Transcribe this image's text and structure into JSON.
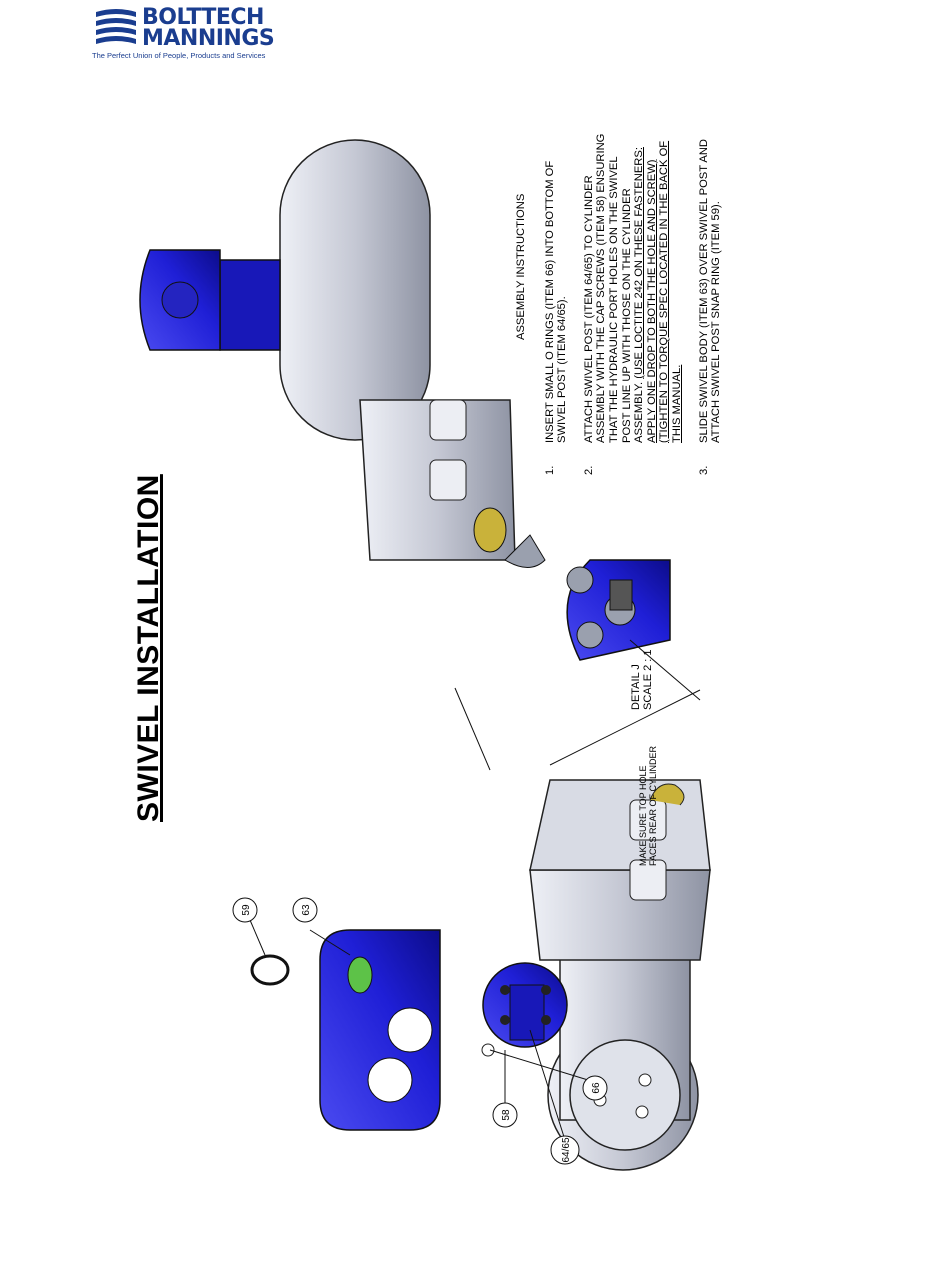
{
  "brand": {
    "line1_a": "BOLT",
    "line1_b": "TECH",
    "line2": "MANNINGS",
    "tagline": "The Perfect Union of People, Products and Services"
  },
  "title": "SWIVEL INSTALLATION",
  "callouts": {
    "c59": "59",
    "c63": "63",
    "c58": "58",
    "c6465": "64/65",
    "c66": "66"
  },
  "detail": {
    "line1": "DETAIL J",
    "line2": "SCALE 2 : 1"
  },
  "note": {
    "line1": "MAKE SURE TOP HOLE",
    "line2": "FACES REAR OF CYLINDER"
  },
  "instructions": {
    "heading": "ASSEMBLY INSTRUCTIONS",
    "step1": {
      "num": "1.",
      "text": "INSERT SMALL O RINGS (ITEM 66) INTO BOTTOM OF SWIVEL POST (ITEM 64/65)."
    },
    "step2": {
      "num": "2.",
      "text": "ATTACH SWIVEL POST (ITEM 64/65) TO CYLINDER ASSEMBLY WITH THE CAP SCREWS (ITEM 58) ENSURING THAT THE HYDRAULIC PORT HOLES ON THE SWIVEL POST LINE UP WITH THOSE ON THE CYLINDER ASSEMBLY.",
      "underlined": "(USE LOCTITE 242 ON THESE FASTENERS: APPLY ONE DROP TO BOTH THE HOLE AND SCREW) (TIGHTEN TO TORQUE SPEC LOCATED IN THE BACK OF THIS MANUAL."
    },
    "step3": {
      "num": "3.",
      "text": "SLIDE SWIVEL BODY (ITEM 63) OVER SWIVEL POST AND ATTACH SWIVEL POST SNAP RING (ITEM 59)."
    }
  },
  "colors": {
    "part_blue": "#1f1fd6",
    "part_grey": "#c8cbd6",
    "brass": "#c9b23a",
    "brand_blue": "#1a3d8f"
  }
}
